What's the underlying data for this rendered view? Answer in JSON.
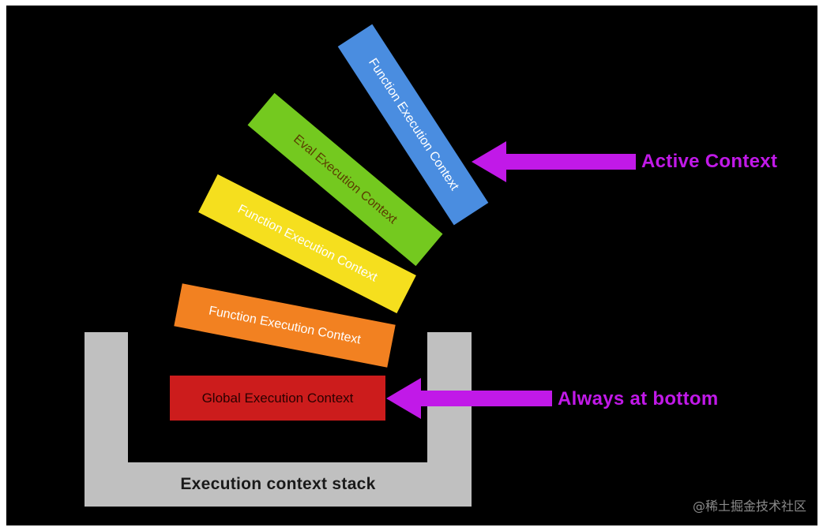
{
  "diagram": {
    "stack": {
      "label": "Execution context stack",
      "color": "#c0c0c0"
    },
    "contexts": [
      {
        "label": "Global Execution Context",
        "color": "#cc1c1c"
      },
      {
        "label": "Function Execution Context",
        "color": "#f28121"
      },
      {
        "label": "Function Execution Context",
        "color": "#f5df1e"
      },
      {
        "label": "Eval Execution Context",
        "color": "#74c91f"
      },
      {
        "label": "Function Execution Context",
        "color": "#4a8de0"
      }
    ],
    "annotations": {
      "active": "Active Context",
      "bottom": "Always at bottom",
      "color": "#c119e8"
    },
    "watermark": "@稀土掘金技术社区"
  }
}
